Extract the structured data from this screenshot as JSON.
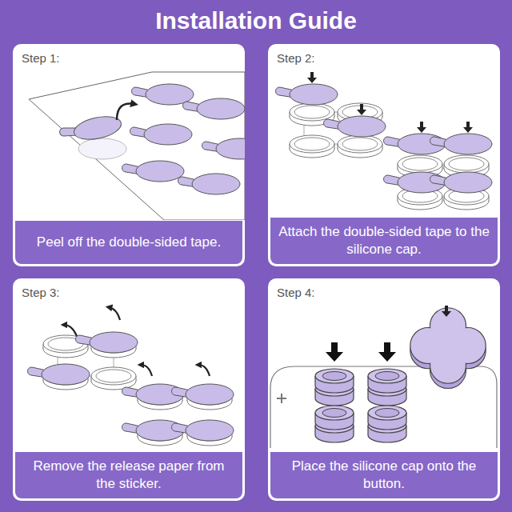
{
  "diagram": {
    "title": "Installation Guide",
    "nodes": [
      {
        "text": [
          "Step 1:"
        ]
      },
      {
        "text": [
          "Peel off the double-sided tape."
        ],
        "in": 0
      },
      {
        "text": [
          "Step 2:"
        ]
      },
      {
        "text": [
          "Attach the double-sided tape to the silicone cap."
        ],
        "in": 2
      },
      {
        "text": [
          "Step 3:"
        ]
      },
      {
        "text": [
          "Remove the release paper from the sticker."
        ],
        "in": 4
      },
      {
        "text": [
          "Step 4:"
        ]
      },
      {
        "text": [
          "Place the silicone cap onto the button."
        ],
        "in": 6
      }
    ]
  }
}
